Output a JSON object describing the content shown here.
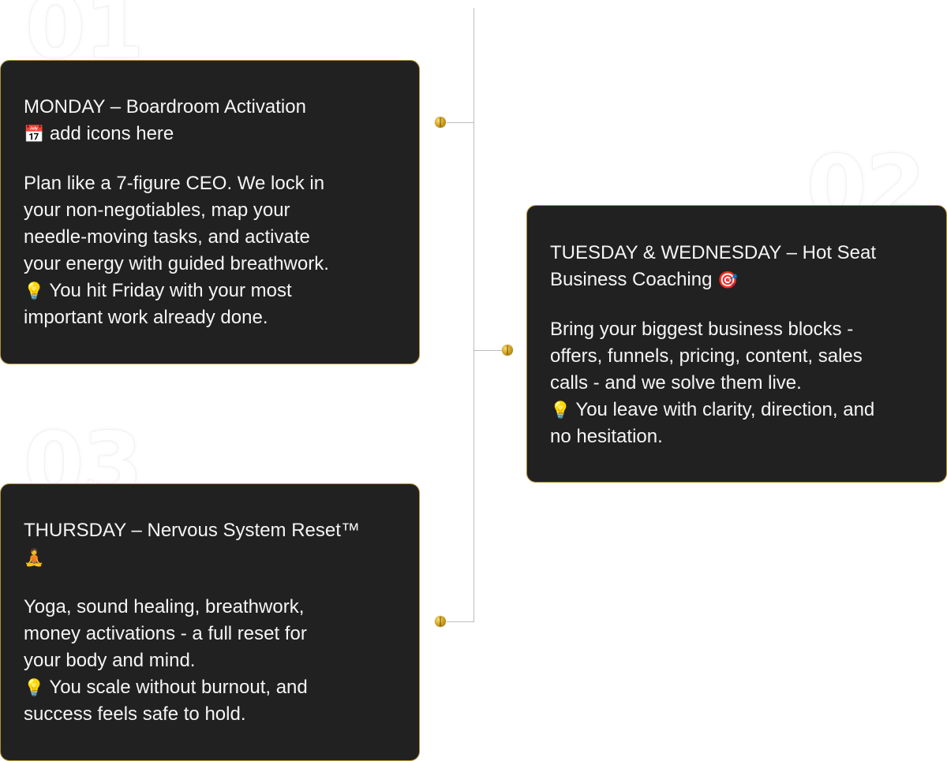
{
  "background_numerals": [
    "01",
    "02",
    "03"
  ],
  "colors": {
    "card_background": "#212121",
    "card_border": "#b0913a",
    "accent_gold": "#d4a421",
    "timeline_line": "#bdbdbd",
    "text": "#f5f5f5"
  },
  "cards": [
    {
      "title_line1": "MONDAY – Boardroom Activation",
      "title_icon": "📅",
      "title_line2": "add icons here",
      "body": [
        "Plan like a 7-figure CEO. We lock in",
        "your non-negotiables, map your",
        "needle-moving tasks, and activate",
        "your energy with guided breathwork."
      ],
      "outcome_icon": "💡",
      "outcome": [
        "You hit Friday with your most",
        "important work already done."
      ]
    },
    {
      "title_line1": "TUESDAY & WEDNESDAY – Hot Seat",
      "title_line2": "Business Coaching",
      "title_icon": "🎯",
      "body": [
        "Bring your biggest business blocks -",
        "offers, funnels, pricing, content, sales",
        "calls - and we solve them live."
      ],
      "outcome_icon": "💡",
      "outcome": [
        "You leave with clarity, direction, and",
        "no hesitation."
      ]
    },
    {
      "title_line1": "THURSDAY – Nervous System Reset™",
      "title_icon": "🧘",
      "body": [
        "Yoga, sound healing, breathwork,",
        "money activations -  a full reset for",
        "your body and mind."
      ],
      "outcome_icon": "💡",
      "outcome": [
        "You scale without burnout, and",
        "success feels safe to hold."
      ]
    }
  ]
}
